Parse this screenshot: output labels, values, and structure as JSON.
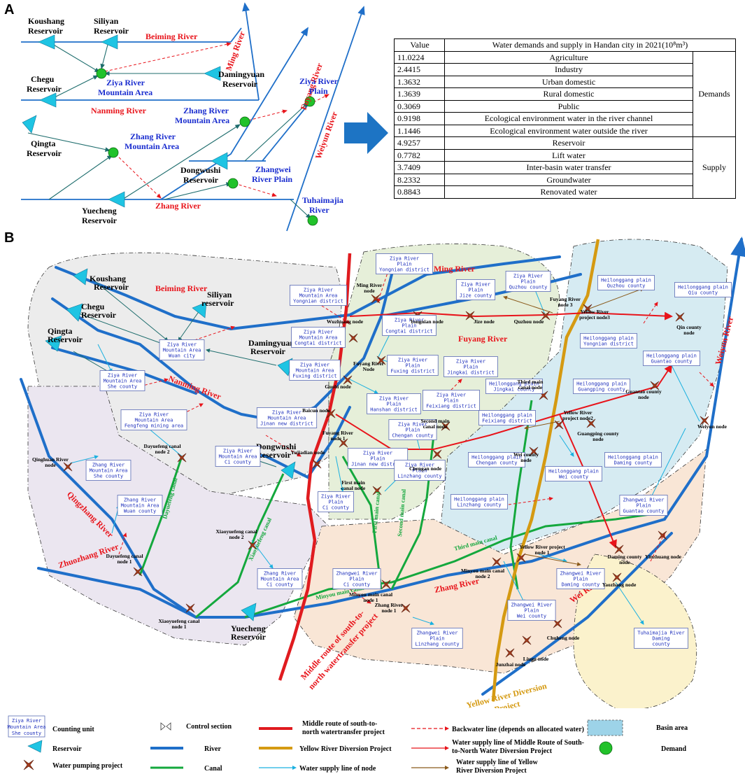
{
  "panel_a": {
    "letter": "A",
    "reservoirs": [
      "Koushang Reservoir",
      "Siliyan Reservoir",
      "Chegu Reservoir",
      "Damingyuan Reservoir",
      "Qingta Reservoir",
      "Dongwushi Reservoir",
      "Yuecheng Reservoir"
    ],
    "rivers": [
      "Beiming River",
      "Ming River",
      "Nanming River",
      "Zhang River",
      "Fuyang River",
      "Weiyun River"
    ],
    "areas": [
      "Ziya River Mountain Area",
      "Zhang River Mountain Area",
      "Zhang River Mountain Area",
      "Ziya River Plain",
      "Zhangwei River Plain",
      "Tuhaimajia River"
    ]
  },
  "table": {
    "col_value": "Value",
    "col_title": "Water demands and supply in Handan city in 2021(10⁸m³)",
    "demands_label": "Demands",
    "supply_label": "Supply",
    "demands": [
      {
        "value": "11.0224",
        "item": "Agriculture"
      },
      {
        "value": "2.4415",
        "item": "Industry"
      },
      {
        "value": "1.3632",
        "item": "Urban domestic"
      },
      {
        "value": "1.3639",
        "item": "Rural domestic"
      },
      {
        "value": "0.3069",
        "item": "Public"
      },
      {
        "value": "0.9198",
        "item": "Ecological environment water in the river channel"
      },
      {
        "value": "1.1446",
        "item": "Ecological environment water outside the river"
      }
    ],
    "supply": [
      {
        "value": "4.9257",
        "item": "Reservoir"
      },
      {
        "value": "0.7782",
        "item": "Lift water"
      },
      {
        "value": "3.7409",
        "item": "Inter-basin water transfer"
      },
      {
        "value": "8.2332",
        "item": "Groundwater"
      },
      {
        "value": "0.8843",
        "item": "Renovated water"
      }
    ]
  },
  "panel_b": {
    "letter": "B",
    "reservoirs": [
      "Koushang Reservoir",
      "Siliyan reservoir",
      "Chegu Reservoir",
      "Qingta Reservoir",
      "Damingyuan Reservoir",
      "Dongwushi Reservoir",
      "Yuecheng Reservoir"
    ],
    "rivers": [
      "Beiming River",
      "Nanming River",
      "Ming River",
      "Fuyang River",
      "Weiyun River",
      "Qingzhang River",
      "Zhuozhang River",
      "Zhang River",
      "Wei River"
    ],
    "canals": [
      "Dayuefeng canal",
      "Xiaoyuefeng canal",
      "First main canal",
      "Second main canal",
      "Third main canal",
      "Minyou main canal"
    ],
    "projects": [
      "Middle route of south-to-north watertransfer project",
      "Yellow River Diversion Project"
    ],
    "units": [
      "Ziya River Mountain Area Yongnian district",
      "Ziya River Mountain Area Wuan city",
      "Ziya River Mountain Area Congtai district",
      "Ziya River Mountain Area Fuxing district",
      "Ziya River Mountain Area She county",
      "Ziya River Mountain Area Fengfeng mining area",
      "Ziya River Mountain Area Jinan new district",
      "Ziya River Mountain Area Ci county",
      "Zhang River Mountain Area She county",
      "Zhang River Mountain Area Wuan county",
      "Zhang River Mountain Area Ci county",
      "Ziya River Plain Yongnian district",
      "Ziya River Plain Jize county",
      "Ziya River Plain Quzhou county",
      "Ziya River Plain Congtai district",
      "Ziya River Plain Fuxing district",
      "Ziya River Plain Jingkai district",
      "Ziya River Plain Hanshan district",
      "Ziya River Plain Feixiang district",
      "Ziya River Plain Chengan county",
      "Ziya River Plain Jinan new district",
      "Ziya River Plain Linzhang county",
      "Ziya River Plain Ci county",
      "Heilonggang plain Quzhou county",
      "Heilonggang plain Qiu county",
      "Heilonggang plain Yongnian district",
      "Heilonggang plain Guantao county",
      "Heilonggang plain Jingkai county",
      "Heilonggang plain Guangping county",
      "Heilonggang plain Feixiang district",
      "Heilonggang plain Chengan county",
      "Heilonggang plain Daming county",
      "Heilonggang plain Wei county",
      "Heilonggang plain Linzhang county",
      "Zhangwei River Plain Ci county",
      "Zhangwei River Plain Guantao county",
      "Zhangwei River Plain Daming county",
      "Zhangwei River Plain Wei county",
      "Zhangwei River Plain Linzhang county",
      "Tuhaimajia River Daming county"
    ],
    "nodes": [
      "Ming River node",
      "Yongnian node",
      "Jize node",
      "Quzhou node",
      "Fuyang River node 3",
      "Yellow River project node3",
      "Qin county node",
      "Wuzhuang node",
      "Fuyang River Node",
      "Guobi node",
      "Baicun node",
      "Fuyang River node 1",
      "Yujiadian node",
      "First main canal node",
      "Second main canal node",
      "Chengan node",
      "Third main canal node",
      "Yellow River project node2",
      "Wei county node",
      "Guangping county node",
      "Guantao county node",
      "Weiyun node",
      "Qinghuan River node",
      "Dayuefeng canal node 2",
      "Dayuefeng canal node 1",
      "Xiaoyuefeng canal node 2",
      "Xiaoyuefeng canal node 1",
      "Minyou main canal node 1",
      "Minyou main canal node 2",
      "Yellow River project node 1",
      "Zhang River node 1",
      "Daming county node",
      "Yinzhuang node",
      "Yaozhang node",
      "Chuheng node",
      "Junzhai node",
      "Liugu node"
    ]
  },
  "legend": {
    "counting_unit_sample": "Ziya River Mountain Area She county",
    "items": [
      "Counting unit",
      "Control section",
      "Middle route of south-to-north watertransfer project",
      "Backwater line (depends on allocated water)",
      "Basin area",
      "Reservoir",
      "River",
      "Yellow River Diversion Project",
      "Water supply line of Middle Route of South-to-North Water Diversion Project",
      "Demand",
      "Water pumping project",
      "Canal",
      "Water supply line of node",
      "Water supply line of Yellow River Diversion Project"
    ]
  }
}
